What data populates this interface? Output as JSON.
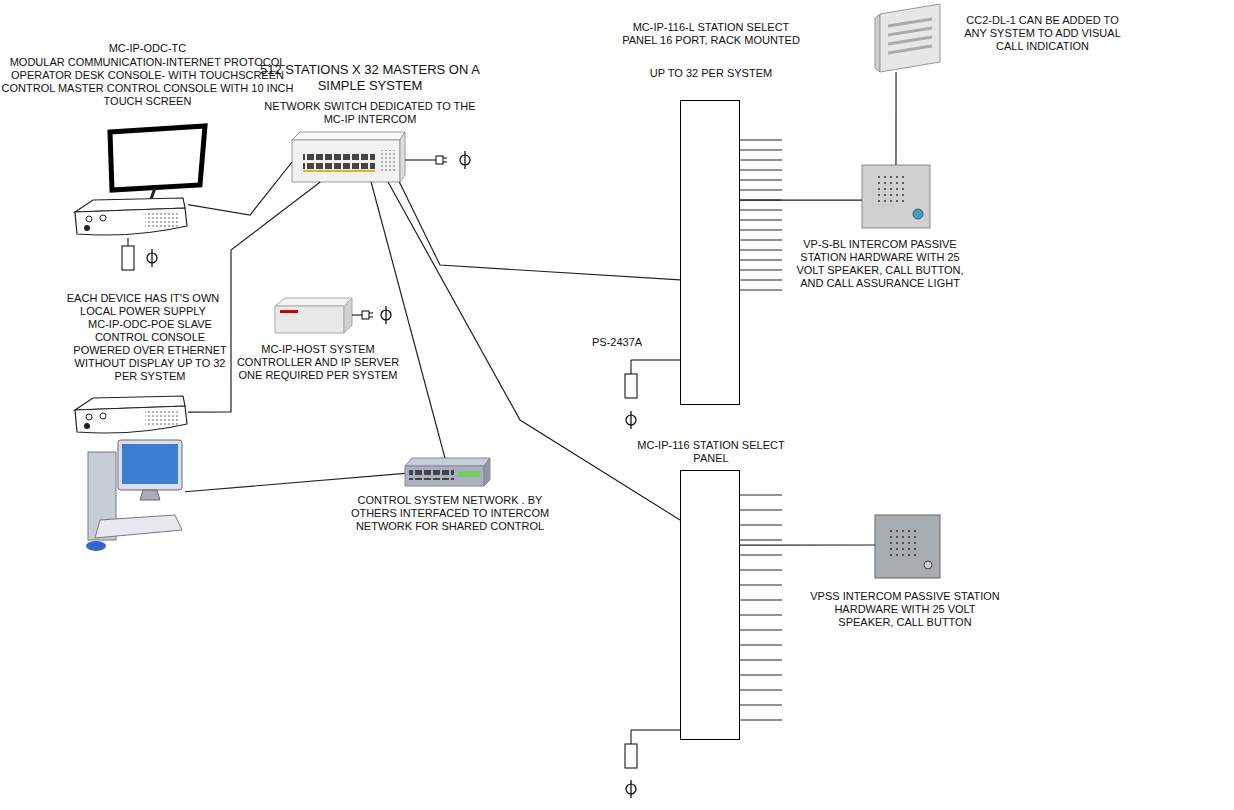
{
  "diagram": {
    "nodes": [
      {
        "text": [
          "MC-IP-ODC-TC",
          "MODULAR COMMUNICATION-INTERNET PROTOCOL OPERATOR DESK CONSOLE- WITH TOUCHSCREEN CONTROL MASTER CONTROL CONSOLE WITH 10 INCH TOUCH SCREEN"
        ]
      },
      {
        "text": [
          "MC-IP-116-L STATION SELECT PANEL 16 PORT, RACK MOUNTED",
          "UP TO 32 PER SYSTEM"
        ]
      },
      {
        "text": [
          "CC2-DL-1 CAN BE ADDED TO ANY SYSTEM TO ADD VISUAL CALL INDICATION"
        ]
      },
      {
        "text": [
          "NETWORK SWITCH DEDICATED TO THE MC-IP INTERCOM"
        ]
      },
      {
        "text": [
          "VP-S-BL INTERCOM PASSIVE STATION HARDWARE WITH 25 VOLT SPEAKER, CALL BUTTON, AND CALL ASSURANCE LIGHT"
        ]
      },
      {
        "text": [
          "MC-IP-ODC-POE SLAVE CONTROL CONSOLE POWERED OVER ETHERNET WITHOUT DISPLAY UP TO 32 PER SYSTEM"
        ]
      },
      {
        "text": [
          "MC-IP-HOST SYSTEM CONTROLLER AND IP SERVER ONE REQUIRED PER SYSTEM"
        ]
      },
      {
        "text": [
          "MC-IP-116 STATION SELECT PANEL"
        ]
      },
      {
        "text": [
          "VPSS INTERCOM PASSIVE STATION HARDWARE WITH 25 VOLT SPEAKER, CALL BUTTON"
        ]
      },
      {
        "text": [
          "CONTROL SYSTEM NETWORK . BY OTHERS INTERFACED TO INTERCOM NETWORK FOR SHARED CONTROL"
        ]
      },
      {
        "text": []
      }
    ],
    "edges": [
      {
        "from": 0,
        "to": 3,
        "arrow": "none"
      },
      {
        "from": 3,
        "to": 1,
        "arrow": "none"
      },
      {
        "from": 3,
        "to": 7,
        "arrow": "none"
      },
      {
        "from": 3,
        "to": 5,
        "arrow": "none"
      },
      {
        "from": 3,
        "to": 9,
        "arrow": "none"
      },
      {
        "from": 10,
        "to": 9,
        "arrow": "none"
      },
      {
        "from": 1,
        "to": 4,
        "arrow": "none"
      },
      {
        "from": 2,
        "to": 4,
        "arrow": "none"
      },
      {
        "from": 7,
        "to": 8,
        "arrow": "none"
      }
    ],
    "labels": [
      "512 STATIONS X 32 MASTERS ON A SIMPLE SYSTEM",
      "EACH DEVICE HAS IT'S OWN LOCAL POWER SUPPLY",
      "PS-2437A"
    ]
  }
}
